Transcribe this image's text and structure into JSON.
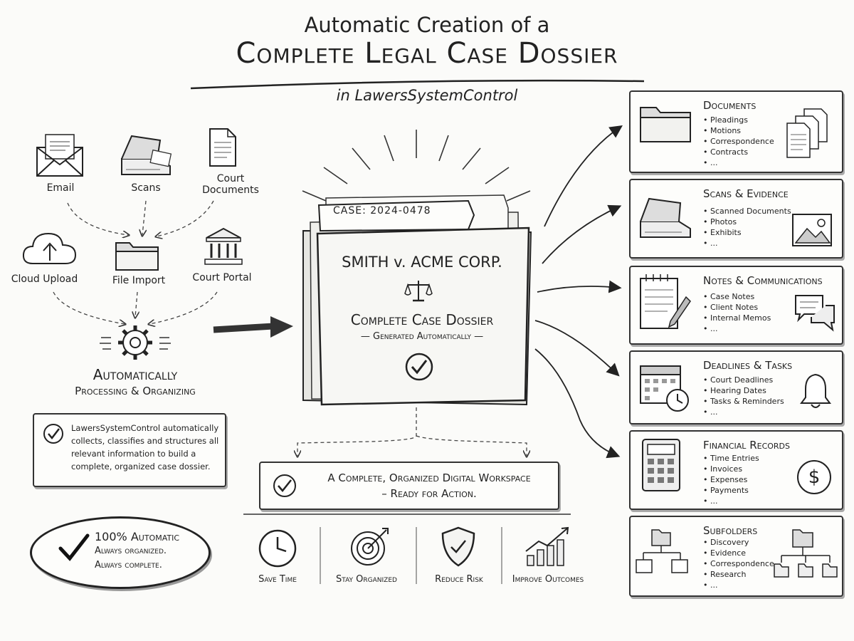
{
  "title": {
    "line1": "Automatic Creation of a",
    "line2": "Complete Legal Case Dossier",
    "line3": "in LawersSystemControl"
  },
  "sources": {
    "email": "Email",
    "scans": "Scans",
    "court_documents": "Court Documents",
    "cloud_upload": "Cloud Upload",
    "file_import": "File Import",
    "court_portal": "Court Portal"
  },
  "processing": {
    "title": "Automatically",
    "subtitle": "Processing & Organizing",
    "description": "LawersSystemControl automatically collects, classifies and structures all relevant information to build a complete, organized case dossier."
  },
  "badge": {
    "line1": "100% Automatic",
    "line2": "Always organized.",
    "line3": "Always complete."
  },
  "folder": {
    "case_tab": "CASE: 2024-0478",
    "case_name": "SMITH v. ACME CORP.",
    "dossier_title": "Complete Case Dossier",
    "dossier_subtitle": "— Generated Automatically —"
  },
  "workspace": {
    "line1": "A Complete, Organized Digital Workspace",
    "line2": "– Ready for Action."
  },
  "benefits": [
    "Save Time",
    "Stay Organized",
    "Reduce Risk",
    "Improve Outcomes"
  ],
  "categories": [
    {
      "title": "Documents",
      "items": [
        "Pleadings",
        "Motions",
        "Correspondence",
        "Contracts",
        "..."
      ]
    },
    {
      "title": "Scans & Evidence",
      "items": [
        "Scanned Documents",
        "Photos",
        "Exhibits",
        "..."
      ]
    },
    {
      "title": "Notes & Communications",
      "items": [
        "Case Notes",
        "Client Notes",
        "Internal Memos",
        "..."
      ]
    },
    {
      "title": "Deadlines & Tasks",
      "items": [
        "Court Deadlines",
        "Hearing Dates",
        "Tasks & Reminders",
        "..."
      ]
    },
    {
      "title": "Financial Records",
      "items": [
        "Time Entries",
        "Invoices",
        "Expenses",
        "Payments",
        "..."
      ]
    },
    {
      "title": "Subfolders",
      "items": [
        "Discovery",
        "Evidence",
        "Correspondence",
        "Research",
        "..."
      ]
    }
  ],
  "icons": {
    "dollar_symbol": "$"
  }
}
